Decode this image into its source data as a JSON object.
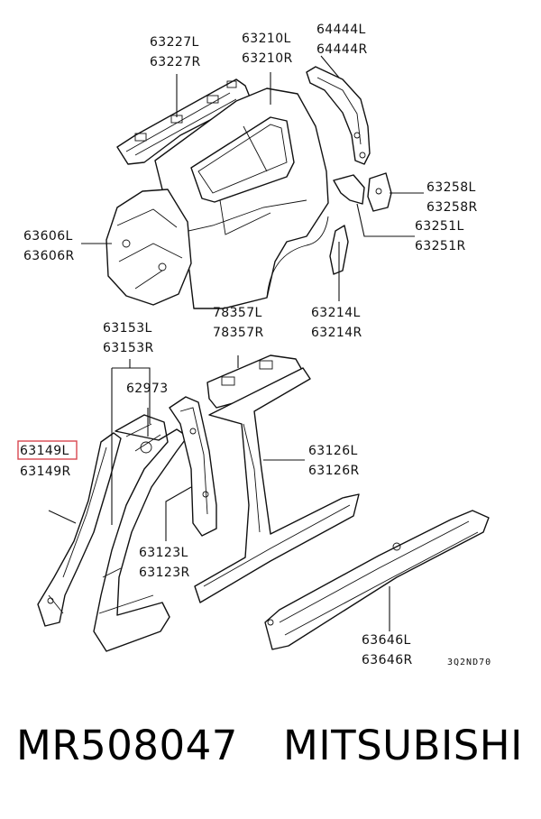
{
  "labels": {
    "l63227L": "63227L",
    "l63227R": "63227R",
    "l63210L": "63210L",
    "l63210R": "63210R",
    "l64444L": "64444L",
    "l64444R": "64444R",
    "l63258L": "63258L",
    "l63258R": "63258R",
    "l63251L": "63251L",
    "l63251R": "63251R",
    "l63606L": "63606L",
    "l63606R": "63606R",
    "l63214L": "63214L",
    "l63214R": "63214R",
    "l63153L": "63153L",
    "l63153R": "63153R",
    "l78357L": "78357L",
    "l78357R": "78357R",
    "l62973": "62973",
    "l63149L": "63149L",
    "l63149R": "63149R",
    "l63126L": "63126L",
    "l63126R": "63126R",
    "l63123L": "63123L",
    "l63123R": "63123R",
    "l63646L": "63646L",
    "l63646R": "63646R"
  },
  "diagram_code": "3Q2ND70",
  "highlight_color": "#d9474f",
  "footer": {
    "part_number": "MR508047",
    "brand": "MITSUBISHI"
  }
}
